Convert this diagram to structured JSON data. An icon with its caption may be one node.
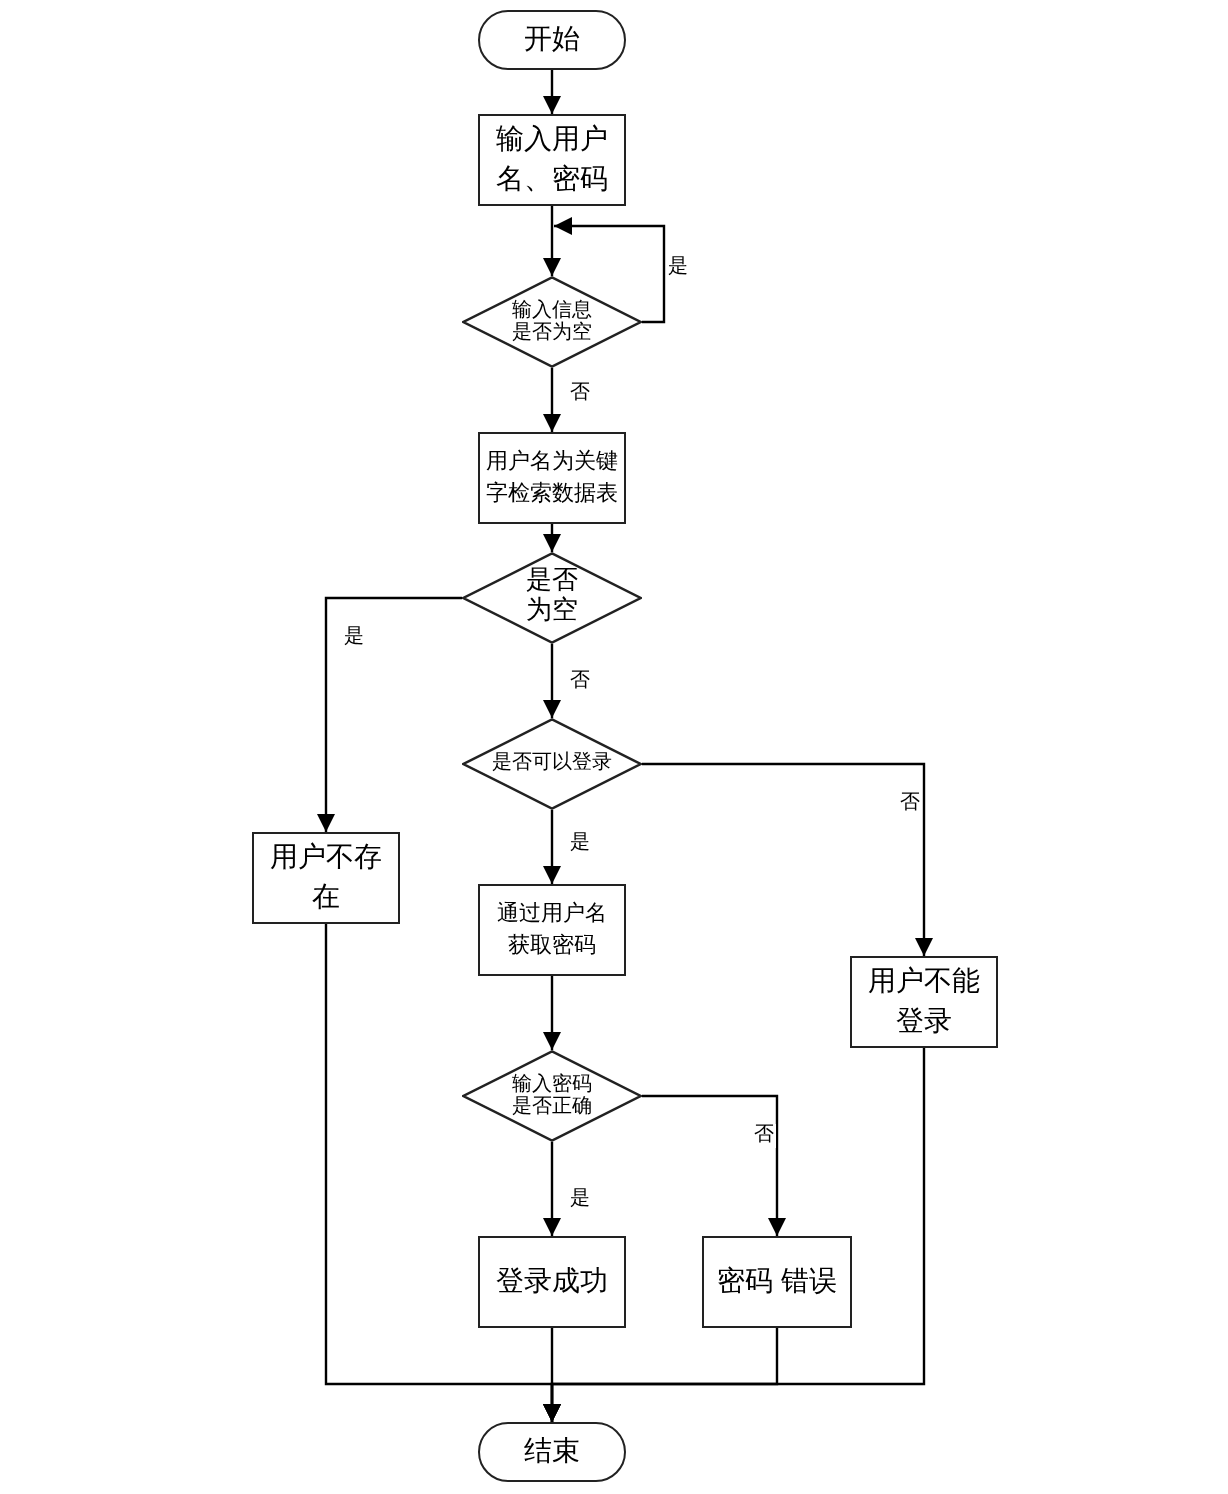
{
  "diagram": {
    "nodes": [
      {
        "text": [
          "开始"
        ]
      },
      {
        "text": [
          "输入用户名、密码"
        ]
      },
      {
        "text": [
          "输入信息是否为空"
        ]
      },
      {
        "text": [
          "用户名为关键字检索数据表"
        ]
      },
      {
        "text": [
          "是否为空"
        ]
      },
      {
        "text": [
          "是否可以登录"
        ]
      },
      {
        "text": [
          "用户不存在"
        ]
      },
      {
        "text": [
          "通过用户名获取密码"
        ]
      },
      {
        "text": [
          "用户不能登录"
        ]
      },
      {
        "text": [
          "输入密码是否正确"
        ]
      },
      {
        "text": [
          "登录成功"
        ]
      },
      {
        "text": [
          "密码 错误"
        ]
      },
      {
        "text": [
          "结束"
        ]
      }
    ],
    "edges": [
      {
        "from": 0,
        "to": 1,
        "arrow": "to"
      },
      {
        "from": 1,
        "to": 2,
        "arrow": "to"
      },
      {
        "from": 2,
        "to": 1,
        "arrow": "to",
        "label": "是"
      },
      {
        "from": 2,
        "to": 3,
        "arrow": "to",
        "label": "否"
      },
      {
        "from": 3,
        "to": 4,
        "arrow": "to"
      },
      {
        "from": 4,
        "to": 6,
        "arrow": "to",
        "label": "是"
      },
      {
        "from": 4,
        "to": 5,
        "arrow": "to",
        "label": "否"
      },
      {
        "from": 5,
        "to": 7,
        "arrow": "to",
        "label": "是"
      },
      {
        "from": 5,
        "to": 8,
        "arrow": "to",
        "label": "否"
      },
      {
        "from": 7,
        "to": 9,
        "arrow": "to"
      },
      {
        "from": 9,
        "to": 10,
        "arrow": "to",
        "label": "是"
      },
      {
        "from": 9,
        "to": 11,
        "arrow": "to",
        "label": "否"
      },
      {
        "from": 6,
        "to": 12,
        "arrow": "to"
      },
      {
        "from": 10,
        "to": 12,
        "arrow": "to"
      },
      {
        "from": 11,
        "to": 12,
        "arrow": "to"
      },
      {
        "from": 8,
        "to": 12,
        "arrow": "to"
      }
    ]
  }
}
